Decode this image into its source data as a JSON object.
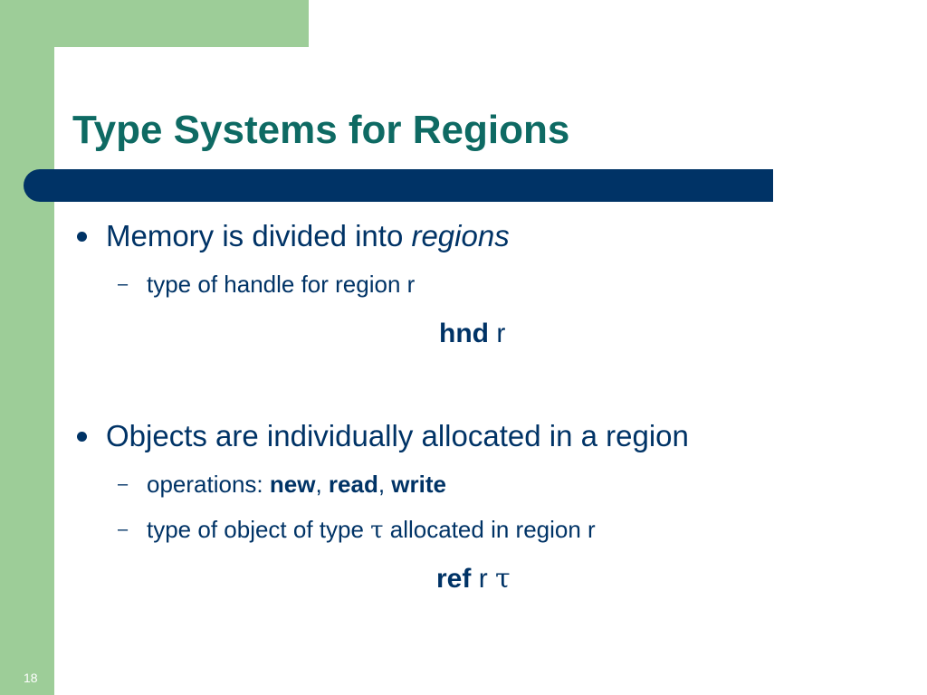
{
  "slide": {
    "title": "Type Systems for Regions",
    "page_number": "18",
    "colors": {
      "green": "#9dcd98",
      "title": "#0e6a63",
      "navy": "#003366"
    },
    "bullets": [
      {
        "text": "Memory is divided into ",
        "emphasis": "regions",
        "subs": [
          {
            "text": "type of handle for region r"
          }
        ],
        "formula": {
          "keyword": "hnd",
          "rest": " r"
        }
      },
      {
        "text": "Objects are individually allocated in a region",
        "subs": [
          {
            "prefix": "operations: ",
            "op1": "new",
            "sep1": ", ",
            "op2": "read",
            "sep2": ", ",
            "op3": "write"
          },
          {
            "before": "type of object of type ",
            "tau": "τ",
            "after": " allocated in region r"
          }
        ],
        "formula": {
          "keyword": "ref",
          "rest": " r ",
          "tau": "τ"
        }
      }
    ]
  }
}
